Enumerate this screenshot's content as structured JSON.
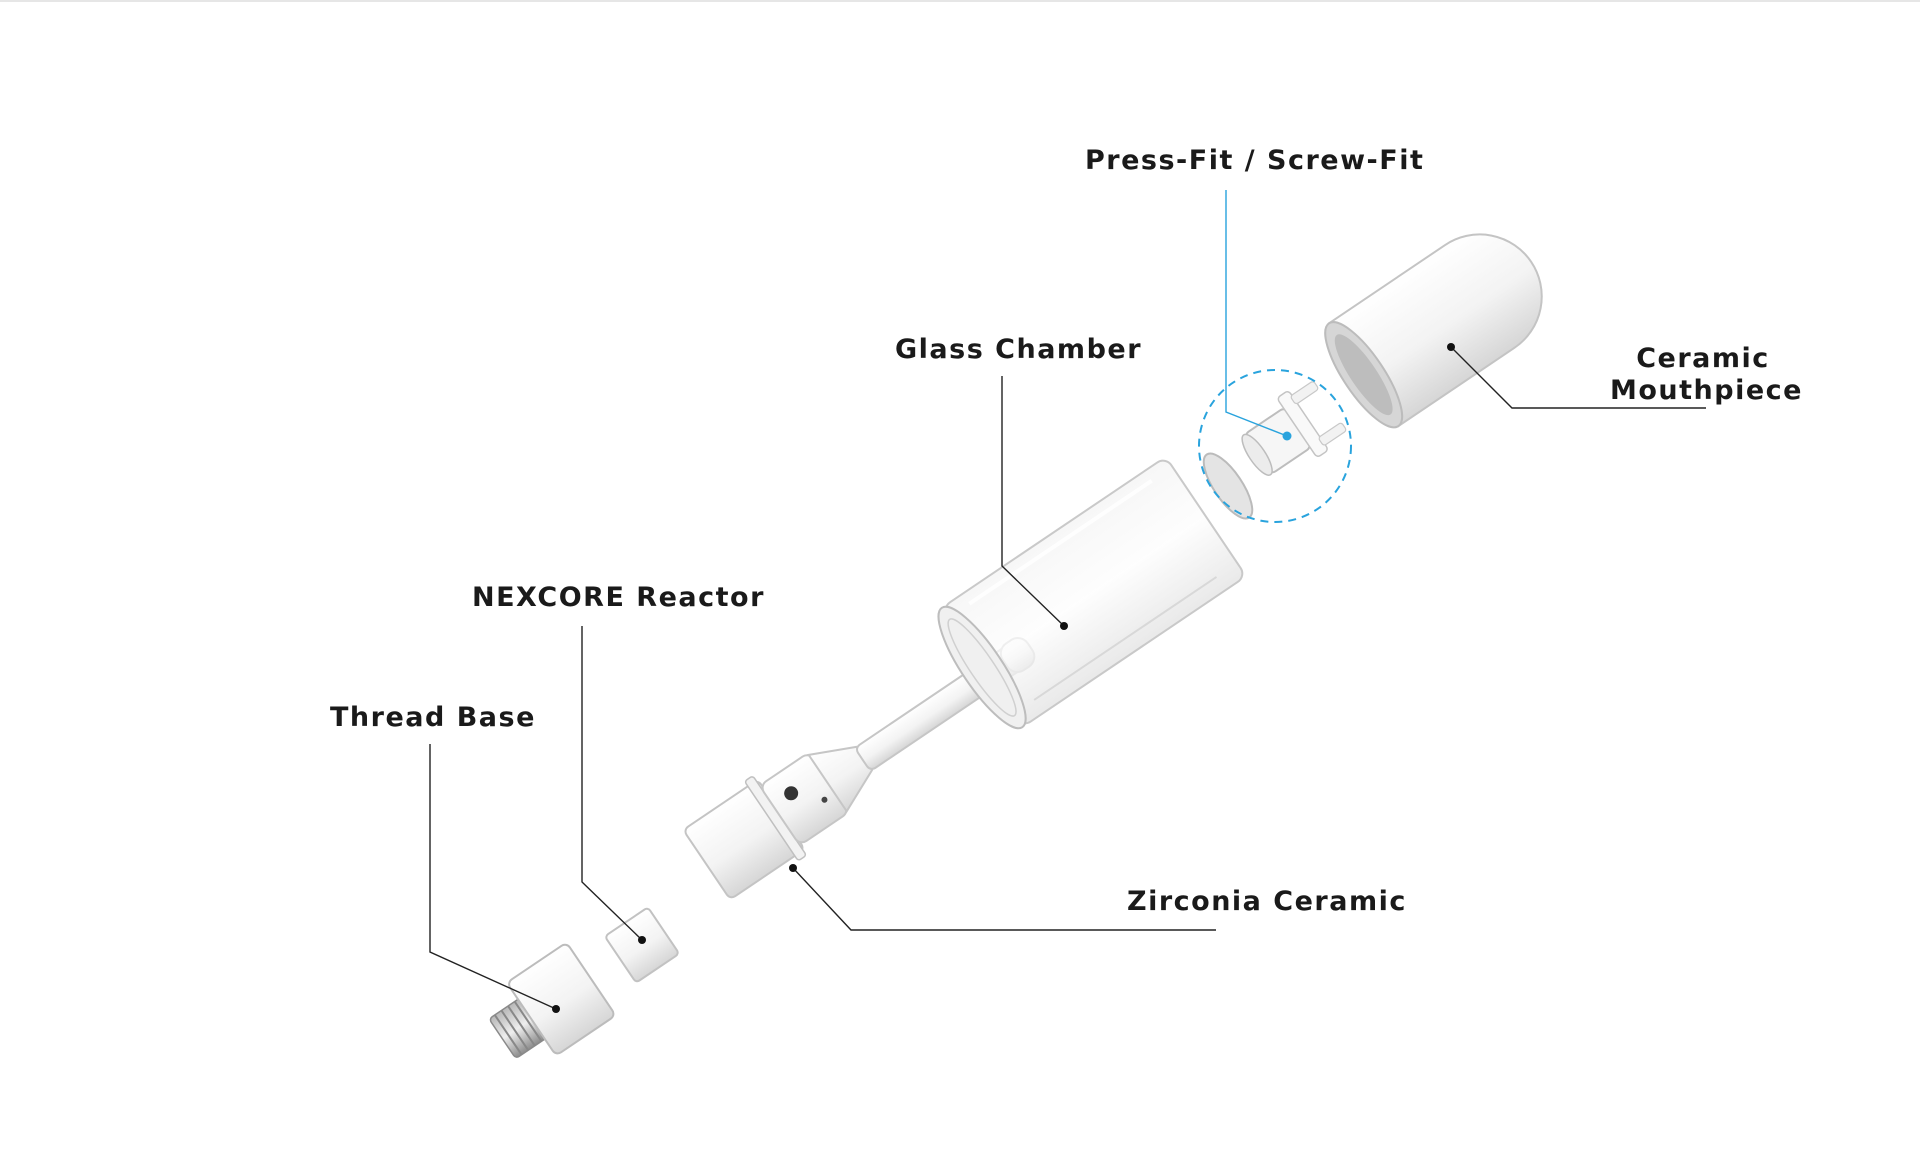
{
  "labels": {
    "press_fit": "Press-Fit / Screw-Fit",
    "glass_chamber": "Glass Chamber",
    "ceramic_mouthpiece_line1": "Ceramic",
    "ceramic_mouthpiece_line2": "Mouthpiece",
    "nexcore_reactor": "NEXCORE Reactor",
    "thread_base": "Thread Base",
    "zirconia_ceramic": "Zirconia Ceramic"
  },
  "colors": {
    "callout_line": "#222222",
    "highlight_accent": "#29a3dd"
  }
}
